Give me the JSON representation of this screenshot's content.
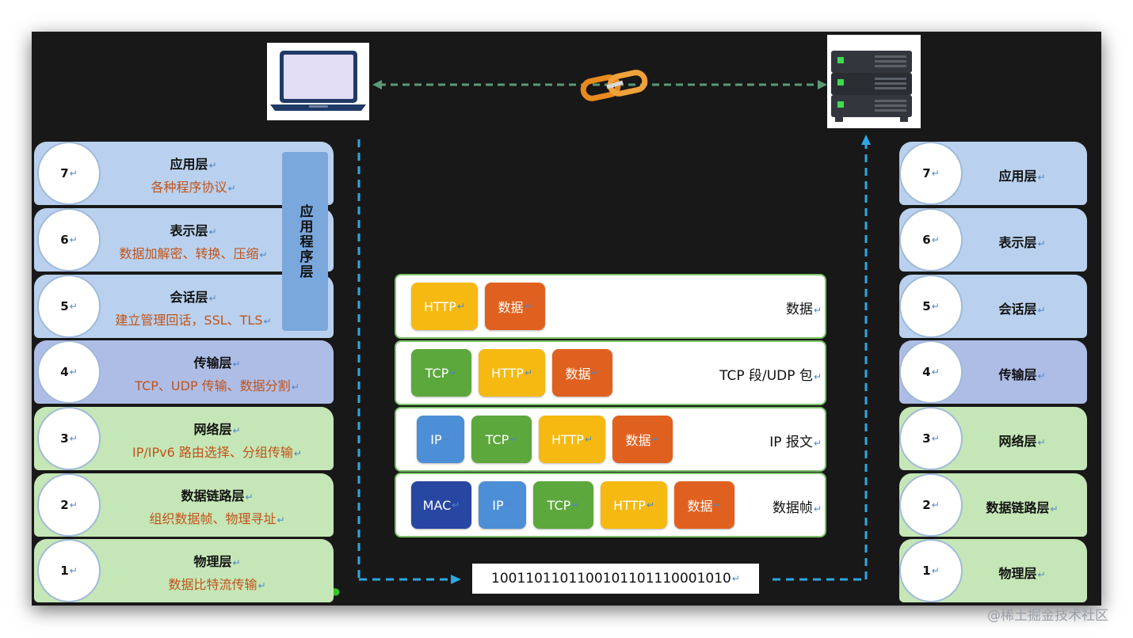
{
  "colors": {
    "app_blue": "#b9d1ee",
    "transport_purple": "#aebde6",
    "network_green": "#c5e6b6",
    "http_yellow": "#f5b911",
    "data_orange": "#e0611f",
    "tcp_green": "#5ca83c",
    "ip_blue": "#4d8fd6",
    "mac_navy": "#2847a3",
    "dash_cyan": "#2ea8e0",
    "dash_green": "#5a9a74"
  },
  "left_layers": [
    {
      "num": "7",
      "name": "应用层",
      "desc": "各种程序协议"
    },
    {
      "num": "6",
      "name": "表示层",
      "desc": "数据加解密、转换、压缩"
    },
    {
      "num": "5",
      "name": "会话层",
      "desc": "建立管理回话，SSL、TLS"
    },
    {
      "num": "4",
      "name": "传输层",
      "desc": "TCP、UDP 传输、数据分割"
    },
    {
      "num": "3",
      "name": "网络层",
      "desc": "IP/IPv6 路由选择、分组传输"
    },
    {
      "num": "2",
      "name": "数据链路层",
      "desc": "组织数据帧、物理寻址"
    },
    {
      "num": "1",
      "name": "物理层",
      "desc": "数据比特流传输"
    }
  ],
  "app_group_label": "应用程序层",
  "right_layers": [
    {
      "num": "7",
      "name": "应用层"
    },
    {
      "num": "6",
      "name": "表示层"
    },
    {
      "num": "5",
      "name": "会话层"
    },
    {
      "num": "4",
      "name": "传输层"
    },
    {
      "num": "3",
      "name": "网络层"
    },
    {
      "num": "2",
      "name": "数据链路层"
    },
    {
      "num": "1",
      "name": "物理层"
    }
  ],
  "encap_rows": [
    {
      "label": "数据",
      "chips": [
        "HTTP",
        "数据"
      ]
    },
    {
      "label": "TCP 段/UDP 包",
      "chips": [
        "TCP",
        "HTTP",
        "数据"
      ]
    },
    {
      "label": "IP 报文",
      "chips": [
        "IP",
        "TCP",
        "HTTP",
        "数据"
      ]
    },
    {
      "label": "数据帧",
      "chips": [
        "MAC",
        "IP",
        "TCP",
        "HTTP",
        "数据"
      ]
    }
  ],
  "bitstream": "100110110110010110111000101 0",
  "bitstream_text": "1001101101100101101110001010",
  "watermark": "@稀土掘金技术社区",
  "icons": {
    "client": "laptop-icon",
    "server": "server-icon",
    "link": "chain-link-icon"
  }
}
